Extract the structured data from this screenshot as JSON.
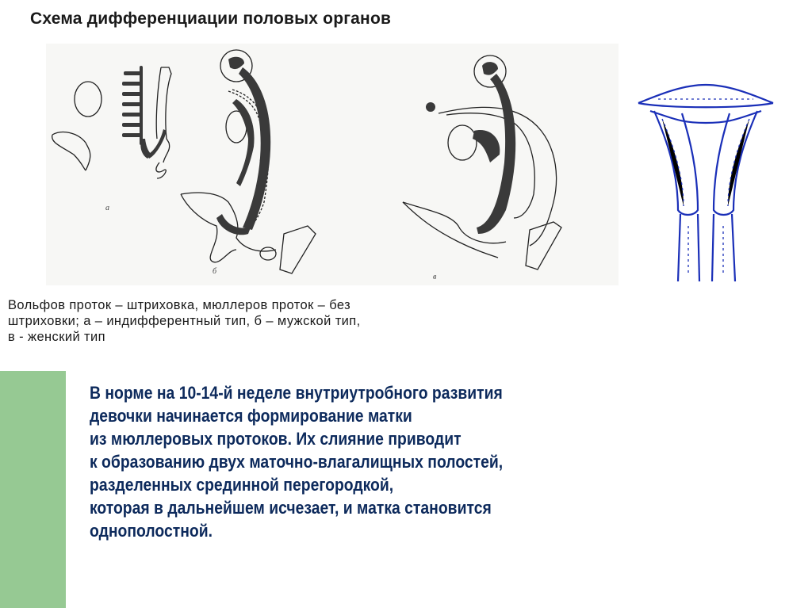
{
  "slide": {
    "title": "Схема дифференциации половых органов",
    "figure": {
      "panel_labels": [
        "а",
        "б",
        "в"
      ],
      "icon": "embryo-genital-differentiation-diagram",
      "side_icon": "uterus-septum-diagram",
      "side_color": "#1a2fb8"
    },
    "caption_lines": [
      "Вольфов проток – штриховка, мюллеров проток – без",
      "штриховки; а – индифферентный тип, б – мужской тип,",
      "в - женский тип"
    ],
    "accent_color": "#96c993",
    "text_color": "#0d2a5c",
    "body_lines": [
      "В норме на 10-14-й неделе внутриутробного развития",
      "девочки начинается формирование матки",
      "из мюллеровых протоков. Их слияние приводит",
      "к образованию двух маточно-влагалищных полостей,",
      "разделенных срединной перегородкой,",
      "которая в дальнейшем исчезает, и матка становится",
      "однополостной."
    ]
  }
}
